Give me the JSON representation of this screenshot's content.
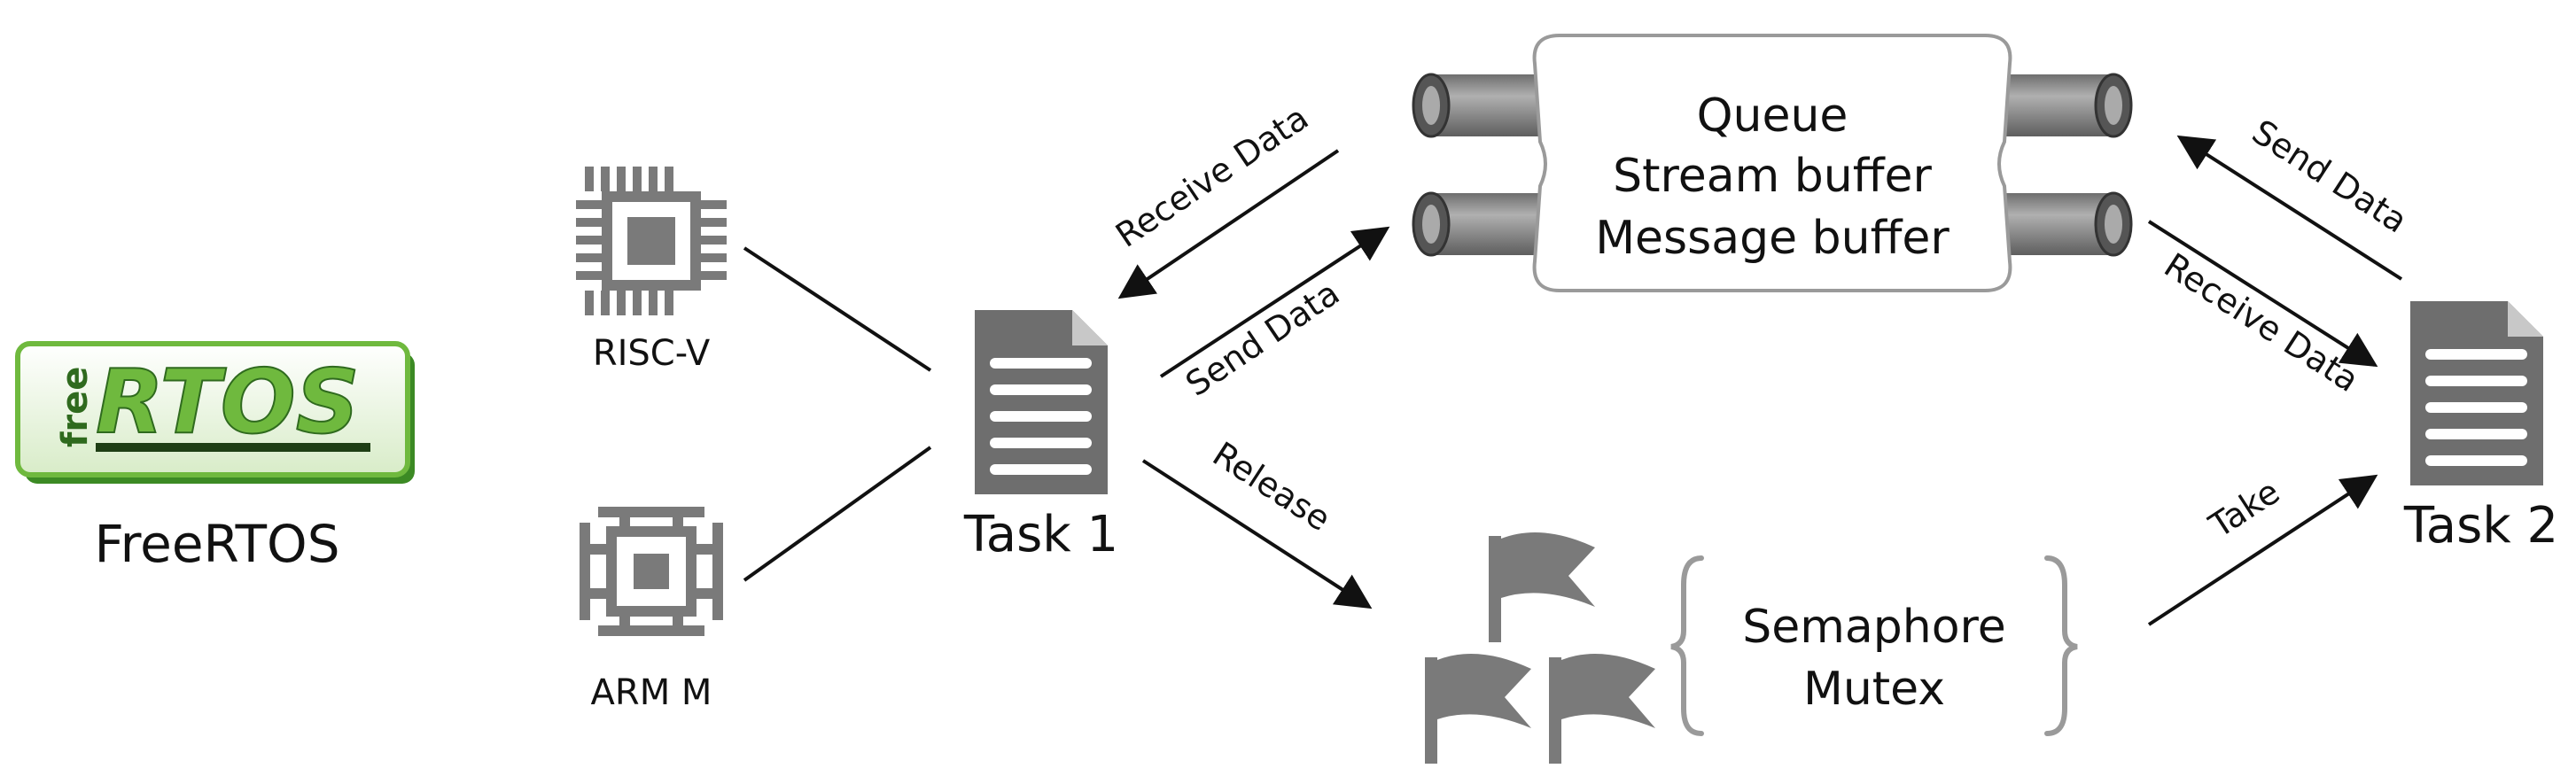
{
  "logo": {
    "prefix": "free",
    "mark": "RTOS",
    "caption": "FreeRTOS"
  },
  "cpus": [
    {
      "label": "RISC-V",
      "icon": "risc-v-chip-icon"
    },
    {
      "label": "ARM M",
      "icon": "arm-chip-icon"
    }
  ],
  "tasks": [
    {
      "label": "Task 1",
      "icon": "document-icon"
    },
    {
      "label": "Task 2",
      "icon": "document-icon"
    }
  ],
  "ipc_box": {
    "lines": [
      "Queue",
      "Stream buffer",
      "Message buffer"
    ]
  },
  "sync_box": {
    "lines": [
      "Semaphore",
      "Mutex"
    ]
  },
  "arrows": {
    "task1_receive": "Receive Data",
    "task1_send": "Send Data",
    "task1_release": "Release",
    "task2_send": "Send Data",
    "task2_receive": "Receive Data",
    "task2_take": "Take"
  },
  "colors": {
    "icon_gray": "#7a7a7a",
    "logo_green": "#6fb93e",
    "logo_dark_green": "#2f6a1e",
    "text": "#111111",
    "brace": "#9a9a9a"
  }
}
